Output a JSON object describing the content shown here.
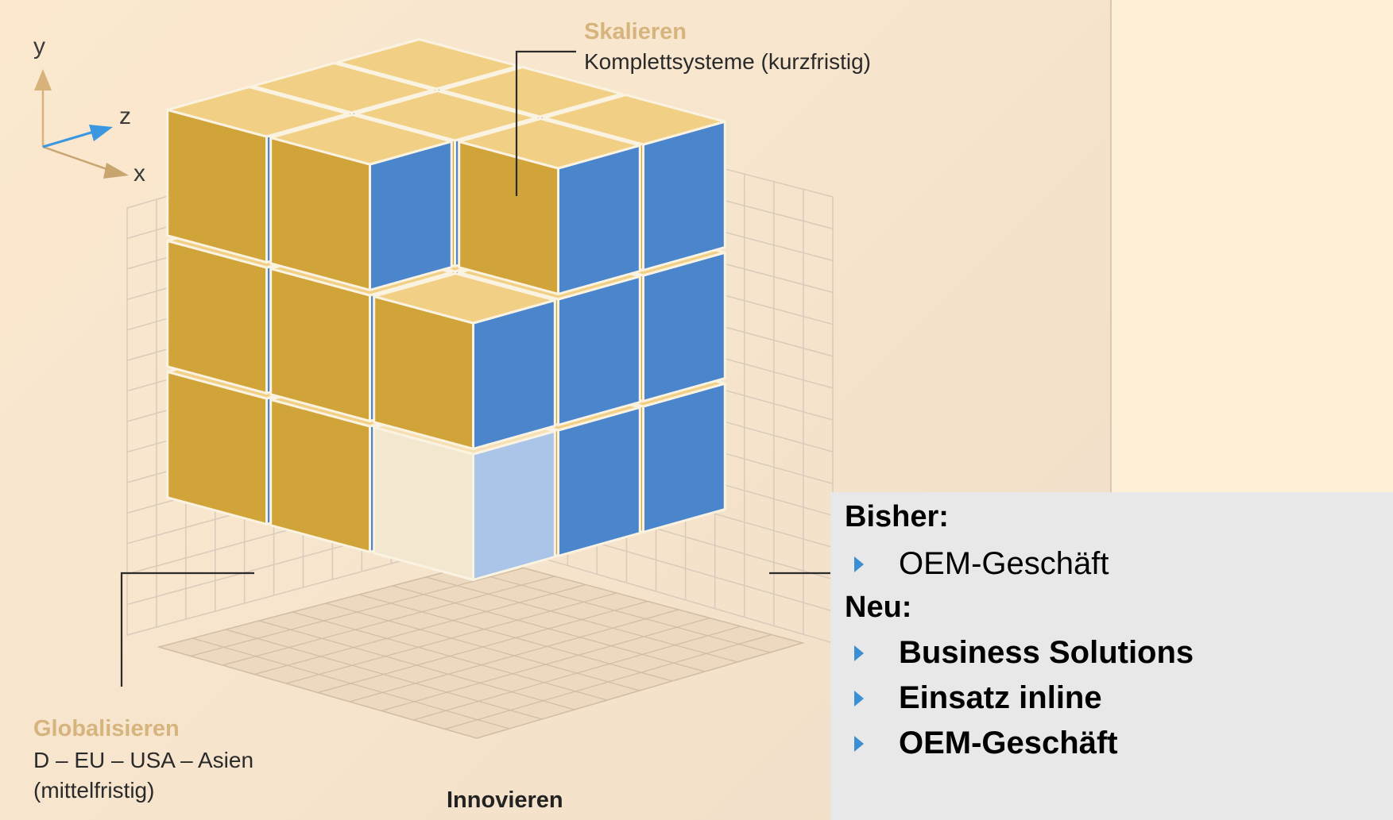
{
  "axes": {
    "y": "y",
    "z": "z",
    "x": "x"
  },
  "labels": {
    "skalieren": {
      "title": "Skalieren",
      "subtitle": "Komplettsysteme (kurzfristig)"
    },
    "globalisieren": {
      "title": "Globalisieren",
      "line1": "D – EU – USA – Asien",
      "line2": "(mittelfristig)"
    },
    "innovieren": {
      "title": "Innovieren"
    }
  },
  "panel": {
    "previous_heading": "Bisher:",
    "previous_items": [
      "OEM-Geschäft"
    ],
    "new_heading": "Neu:",
    "new_items": [
      "Business Solutions",
      "Einsatz inline",
      "OEM-Geschäft"
    ]
  },
  "colors": {
    "cube_top": "#f1cf84",
    "cube_left": "#d1a43a",
    "cube_right": "#4b86cc",
    "highlight_top": "#f6dfb2",
    "highlight_left": "#f4e7d0",
    "highlight_right": "#aac5e8",
    "bullet": "#3b8fd4"
  }
}
